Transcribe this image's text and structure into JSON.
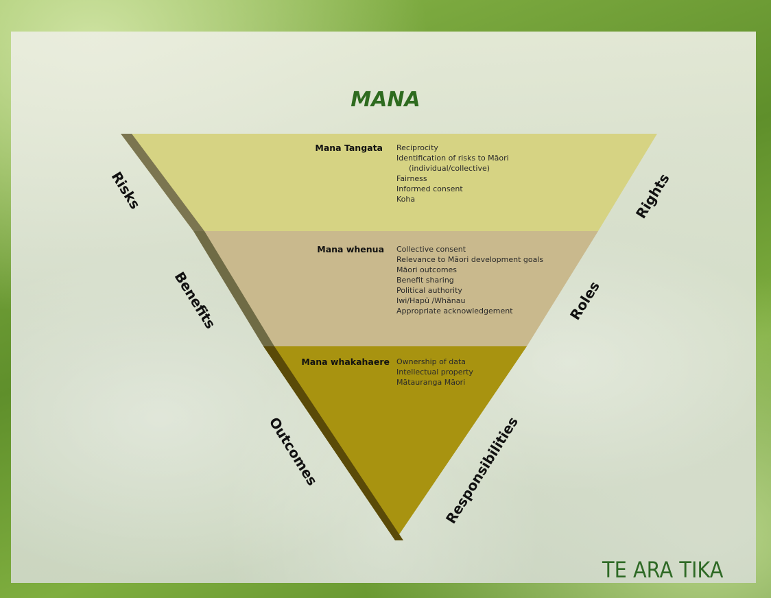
{
  "title": "MANA",
  "brand": "TE ARA TIKA",
  "sections": [
    {
      "name": "Mana Tangata",
      "items": [
        "Reciprocity",
        "Identification of risks to Māori",
        "(individual/collective)",
        "Fairness",
        "Informed consent",
        "Koha"
      ]
    },
    {
      "name": "Mana whenua",
      "items": [
        "Collective consent",
        "Relevance to Māori development goals",
        "Māori outcomes",
        "Benefit sharing",
        "Political authority",
        "Iwi/Hapū /Whānau",
        "Appropriate acknowledgement"
      ]
    },
    {
      "name": "Mana whakahaere",
      "items": [
        "Ownership of data",
        "Intellectual property",
        "Mātauranga Māori"
      ]
    }
  ],
  "left_labels": [
    "Risks",
    "Benefits",
    "Outcomes"
  ],
  "right_labels": [
    "Rights",
    "Roles",
    "Responsibilities"
  ],
  "colors": {
    "band_top": "#d6d383",
    "band_middle": "#c9b98d",
    "band_bottom": "#a89310",
    "edge_top": "#7b7550",
    "edge_middle": "#6f6b45",
    "edge_bottom": "#5a4a08",
    "title": "#2e6b1f",
    "brand": "#2f6a26"
  }
}
